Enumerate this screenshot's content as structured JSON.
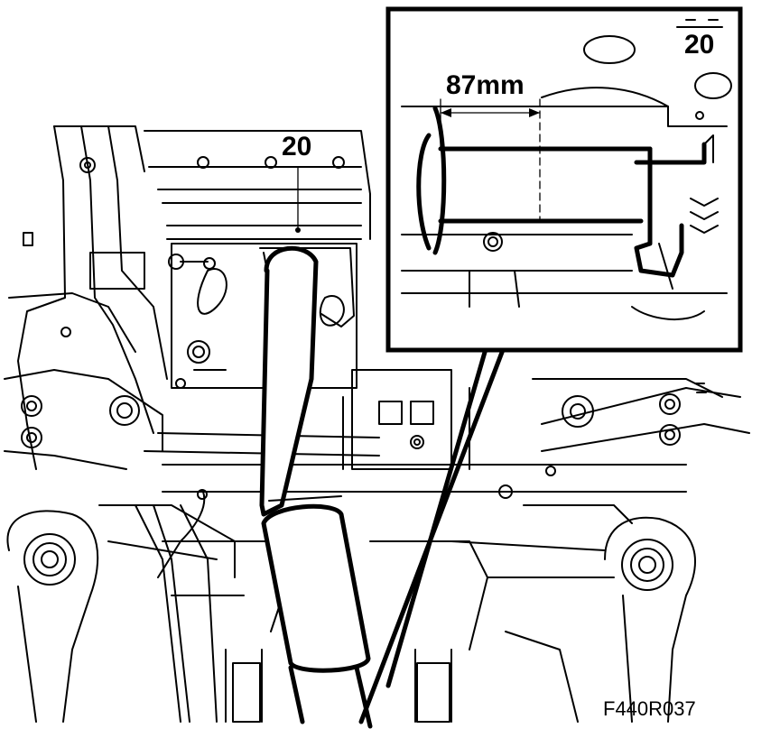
{
  "labels": {
    "main_part_number": "20",
    "detail_part_number": "20",
    "dimension": "87mm",
    "figure_code": "F440R037"
  }
}
